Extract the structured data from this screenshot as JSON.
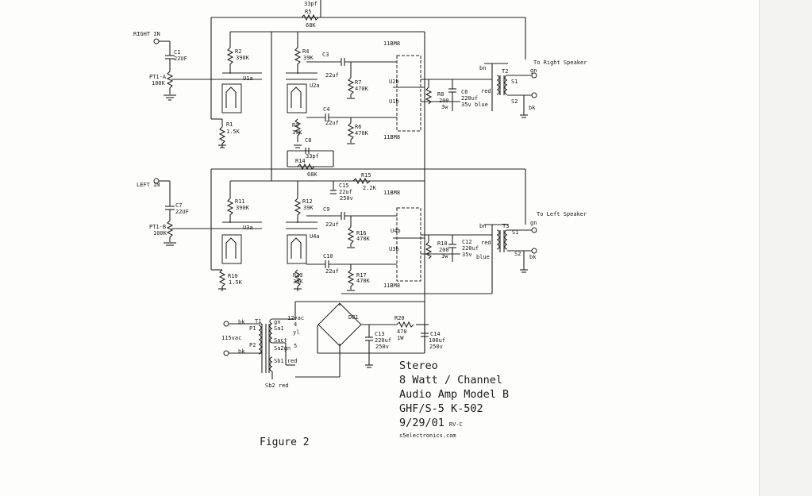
{
  "figure_caption": "Figure 2",
  "title": {
    "line1": "Stereo",
    "line2": "8 Watt / Channel",
    "line3": "Audio Amp Model B",
    "line4": "GHF/S-5    K-502",
    "date": "9/29/01",
    "rev": "RV-C",
    "site": "s5electronics.com"
  },
  "labels": {
    "c5_value": "33pf",
    "r5": "R5",
    "r5_value": "68K",
    "right_in": "RIGHT IN",
    "left_in": "LEFT IN",
    "c1": "C1",
    "c1_value": "22UF",
    "c7": "C7",
    "c7_value": "22UF",
    "pt1a": "PT1-A",
    "pt1a_value": "100K",
    "pt1b": "PT1-B",
    "pt1b_value": "100K",
    "r2": "R2",
    "r2_value": "390K",
    "r4": "R4",
    "r4_value": "39K",
    "u1a": "U1a",
    "u2a": "U2a",
    "r1": "R1",
    "r1_value": "1.5K",
    "r3": "R3",
    "r3_value": "39K",
    "c3": "C3",
    "c3_value": "22uf",
    "r7": "R7",
    "r7_value": "470K",
    "c4": "C4",
    "c4_value": "22uf",
    "r6": "R6",
    "r6_value": "470K",
    "tube_11mb8": "11BM8",
    "u2b": "U2b",
    "u1b": "U1b",
    "r8": "R8",
    "r8_value": "200",
    "r8_rating": "3w",
    "c6": "C6",
    "c6_value": "220uf",
    "c6_rating": "35v",
    "bn": "bn",
    "red": "red",
    "blue": "blue",
    "t2": "T2",
    "t3": "T3",
    "s1": "S1",
    "s2": "S2",
    "gn": "gn",
    "bk": "bk",
    "to_right_speaker": "To Right Speaker",
    "to_left_speaker": "To Left Speaker",
    "c8": "C8",
    "c8_value": "33pf",
    "r14": "R14",
    "r14_value": "68K",
    "r15": "R15",
    "r15_value": "2.2K",
    "c15": "C15",
    "c15_value": "22uf",
    "c15_rating": "250v",
    "r11": "R11",
    "r11_value": "390K",
    "r12": "R12",
    "r12_value": "39K",
    "u3a": "U3a",
    "u4a": "U4a",
    "r10": "R10",
    "r10_value": "1.5K",
    "r13": "R13",
    "r13_value": "39K",
    "c9": "C9",
    "c9_value": "22uf",
    "r16": "R16",
    "r16_value": "470K",
    "c10": "C10",
    "c10_value": "22uf",
    "r17": "R17",
    "r17_value": "470K",
    "u4b": "U4b",
    "u3b": "U3b",
    "r18": "R18",
    "r18_value": "200",
    "r18_rating": "3w",
    "c12": "C12",
    "c12_value": "220uf",
    "c12_rating": "35v",
    "vac115": "115vac",
    "t1": "T1",
    "p1": "P1",
    "p2": "P2",
    "sa1": "Sa1",
    "sact": "Sact",
    "sa2gn": "Sa2gn",
    "sb1_red": "Sb1 red",
    "sb2_red": "Sb2  red",
    "vac12": "12vac",
    "pin4": "4",
    "yl": "yl",
    "pin5": "5",
    "db1": "DB1",
    "r20": "R20",
    "r20_value": "470",
    "r20_rating": "1W",
    "c13": "C13",
    "c13_value": "220uf",
    "c13_rating": "250v",
    "c14": "C14",
    "c14_value": "100uf",
    "c14_rating": "250v"
  }
}
